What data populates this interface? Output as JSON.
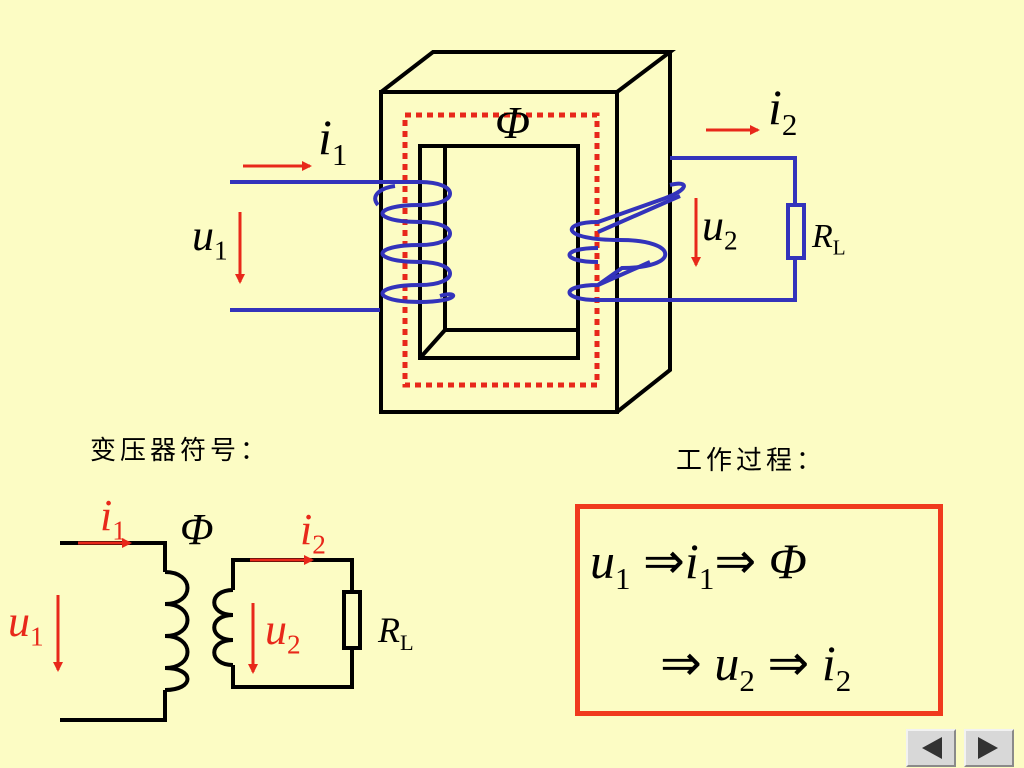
{
  "diagram": {
    "phi": "Φ",
    "i1_letter": "i",
    "i1_sub": "1",
    "i2_letter": "i",
    "i2_sub": "2",
    "u1_letter": "u",
    "u1_sub": "1",
    "u2_letter": "u",
    "u2_sub": "2",
    "rl_letter": "R",
    "rl_sub": "L"
  },
  "symbol_section": {
    "heading": "变压器符号：",
    "phi": "Φ",
    "i1_letter": "i",
    "i1_sub": "1",
    "i2_letter": "i",
    "i2_sub": "2",
    "u1_letter": "u",
    "u1_sub": "1",
    "u2_letter": "u",
    "u2_sub": "2",
    "rl_letter": "R",
    "rl_sub": "L"
  },
  "process_section": {
    "heading": "工作过程：",
    "line1": {
      "u": "u",
      "u_sub": "1",
      "arrow1": "⇒",
      "i": "i",
      "i_sub": "1",
      "arrow2": "⇒",
      "phi": "Φ"
    },
    "line2": {
      "arrow1": "⇒",
      "u": "u",
      "u_sub": "2",
      "arrow2": "⇒",
      "i": "i",
      "i_sub": "2"
    }
  },
  "colors": {
    "background": "#fcfcc4",
    "accent_red": "#e8281a",
    "winding_blue": "#3333bb",
    "box_border": "#f03a1e"
  },
  "nav": {
    "prev_icon": "triangle-left-icon",
    "next_icon": "triangle-right-icon"
  }
}
